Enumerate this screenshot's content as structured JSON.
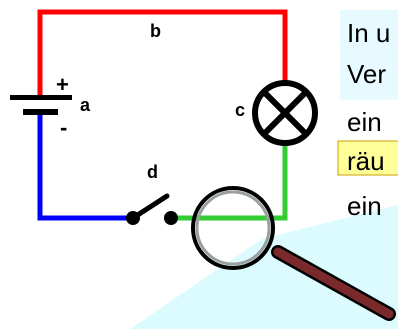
{
  "labels": {
    "battery": "a",
    "wire_top": "b",
    "lamp": "c",
    "switch": "d",
    "battery_plus": "+",
    "battery_minus": "-"
  },
  "text_lines": [
    "In u",
    "Ver",
    "ein",
    "räu",
    "ein"
  ],
  "colors": {
    "wire_positive": "#ff0000",
    "wire_negative": "#0000ff",
    "wire_lamp_to_switch": "#33cc33",
    "highlight_blue": "#e6faff",
    "highlight_yellow": "#ffff99",
    "highlight_yellow_border": "#c8a200",
    "magnifier_handle": "#7a2a2a",
    "magnifier_beam": "#dbfbff"
  },
  "icons": {
    "magnifier": "magnifying-glass-icon",
    "lamp": "lamp-icon",
    "battery": "battery-icon",
    "switch": "switch-icon"
  }
}
